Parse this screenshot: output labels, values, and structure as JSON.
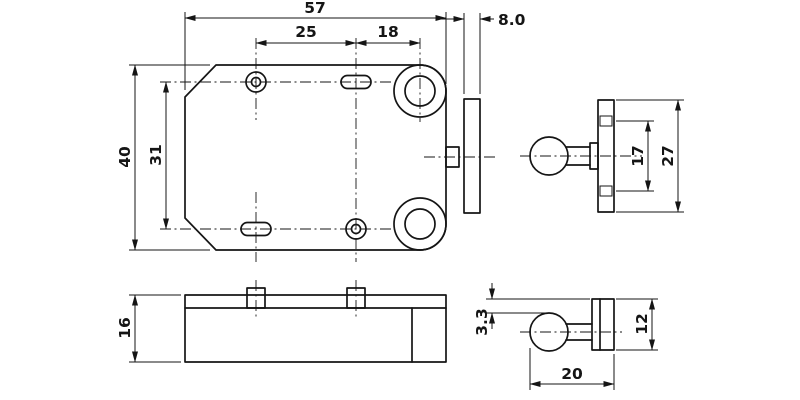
{
  "drawing": {
    "background": "#ffffff",
    "line_color": "#151515",
    "dims": {
      "total_width": "57",
      "hole_pitch": "25",
      "hole_to_boss": "18",
      "plate_thickness": "8.0",
      "total_height": "40",
      "hole_row_pitch": "31",
      "screw_pitch": "17",
      "plate_height": "27",
      "housing_depth": "16",
      "flange_offset": "3.3",
      "plate_depth": "12",
      "catch_length": "20"
    }
  }
}
